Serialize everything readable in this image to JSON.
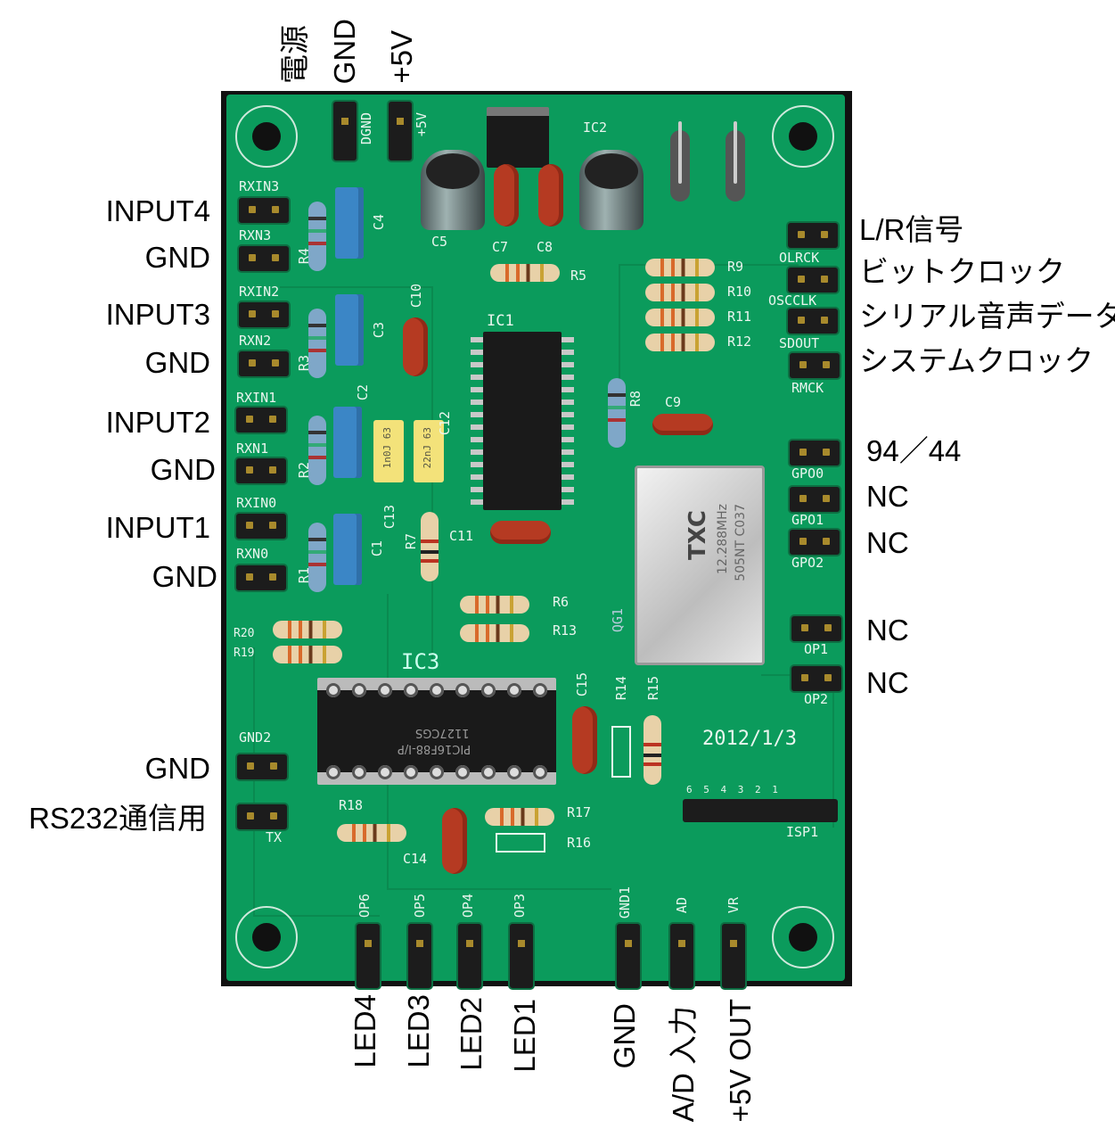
{
  "annotations": {
    "top": [
      "電源",
      "GND",
      "+5V"
    ],
    "left": [
      "INPUT4",
      "GND",
      "INPUT3",
      "GND",
      "INPUT2",
      "GND",
      "INPUT1",
      "GND",
      "GND",
      "RS232通信用"
    ],
    "right": [
      "L/R信号",
      "ビットクロック",
      "シリアル音声データ",
      "システムクロック",
      "94／44",
      "NC",
      "NC",
      "NC",
      "NC"
    ],
    "bottom": [
      "LED4",
      "LED3",
      "LED2",
      "LED1",
      "GND",
      "A/D 入力",
      "+5V OUT"
    ]
  },
  "silk": {
    "dgnd": "DGND",
    "p5v": "+5V",
    "ic2": "IC2",
    "ic1": "IC1",
    "ic3": "IC3",
    "qg1": "QG1",
    "rxin3": "RXIN3",
    "rxn3": "RXN3",
    "rxin2": "RXIN2",
    "rxn2": "RXN2",
    "rxin1": "RXIN1",
    "rxn1": "RXN1",
    "rxin0": "RXIN0",
    "rxn0": "RXN0",
    "c1": "C1",
    "c2": "C2",
    "c3": "C3",
    "c4": "C4",
    "c5": "C5",
    "c7": "C7",
    "c8": "C8",
    "c9": "C9",
    "c10": "C10",
    "c11": "C11",
    "c12": "C12",
    "c13": "C13",
    "c14": "C14",
    "c15": "C15",
    "r1": "R1",
    "r2": "R2",
    "r3": "R3",
    "r4": "R4",
    "r5": "R5",
    "r6": "R6",
    "r7": "R7",
    "r8": "R8",
    "r9": "R9",
    "r10": "R10",
    "r11": "R11",
    "r12": "R12",
    "r13": "R13",
    "r14": "R14",
    "r15": "R15",
    "r16": "R16",
    "r17": "R17",
    "r18": "R18",
    "r19": "R19",
    "r20": "R20",
    "olrck": "OLRCK",
    "oscclk": "OSCCLK",
    "sdout": "SDOUT",
    "rmck": "RMCK",
    "gpo0": "GPO0",
    "gpo1": "GPO1",
    "gpo2": "GPO2",
    "op1": "OP1",
    "op2": "OP2",
    "date": "2012/1/3",
    "isp1": "ISP1",
    "isp_pins": "6  5  4  3  2  1",
    "gnd2": "GND2",
    "tx": "TX",
    "op6": "OP6",
    "op5": "OP5",
    "op4": "OP4",
    "op3": "OP3",
    "gnd1": "GND1",
    "ad": "AD",
    "vr": "VR"
  },
  "parts": {
    "ic3_marking": "PIC16F88-I/P",
    "ic3_lot": "1127CGS",
    "xtal_brand": "TXC",
    "xtal_freq": "12.288MHz",
    "xtal_code": "505NT C037",
    "film_cap1": "1n0J 63",
    "film_cap2": "22nJ 63"
  }
}
